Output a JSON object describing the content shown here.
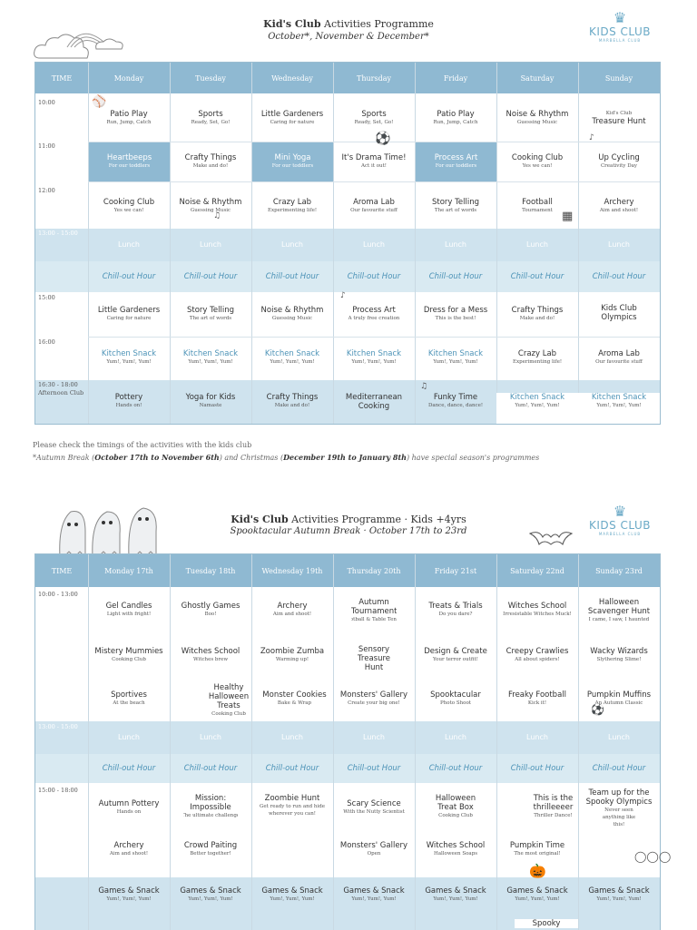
{
  "colors": {
    "accent": "#8fb9d2",
    "accent_text": "#4d93b7",
    "band": "#cfe3ee"
  },
  "logo": {
    "name": "KIDS CLUB",
    "sub": "MARBELLA CLUB"
  },
  "sheet1": {
    "title_bold": "Kid's Club",
    "title_rest": " Activities Programme",
    "subtitle": "October*, November & December*",
    "time_header": "TIME",
    "days": [
      "Monday",
      "Tuesday",
      "Wednesday",
      "Thursday",
      "Friday",
      "Saturday",
      "Sunday"
    ],
    "times": [
      "10:00",
      "11:00",
      "12:00",
      "13:00 - 15:00",
      "15:00",
      "16:00",
      "16:30 - 18:00",
      "Afternoon Club"
    ],
    "slot1": [
      {
        "t": "Patio Play",
        "s": "Run, Jump, Catch"
      },
      {
        "t": "Sports",
        "s": "Ready, Set, Go!"
      },
      {
        "t": "Little Gardeners",
        "s": "Caring for nature"
      },
      {
        "t": "Sports",
        "s": "Ready, Set, Go!"
      },
      {
        "t": "Patio Play",
        "s": "Run, Jump, Catch"
      },
      {
        "t": "Noise & Rhythm",
        "s": "Guessing Music"
      },
      {
        "t": "Treasure Hunt",
        "s": "Kid's Club"
      }
    ],
    "slot2": [
      {
        "t": "Heartbeeps",
        "s": "For our toddlers"
      },
      {
        "t": "Crafty Things",
        "s": "Make and do!"
      },
      {
        "t": "Mini Yoga",
        "s": "For our toddlers"
      },
      {
        "t": "It's Drama Time!",
        "s": "Act it out!"
      },
      {
        "t": "Process Art",
        "s": "For our toddlers"
      },
      {
        "t": "Cooking Club",
        "s": "Yes we can!"
      },
      {
        "t": "Up Cycling",
        "s": "Creativity Day"
      }
    ],
    "slot3": [
      {
        "t": "Cooking Club",
        "s": "Yes we can!"
      },
      {
        "t": "Noise & Rhythm",
        "s": "Guessing Music"
      },
      {
        "t": "Crazy Lab",
        "s": "Experimenting life!"
      },
      {
        "t": "Aroma Lab",
        "s": "Our favourite stuff"
      },
      {
        "t": "Story Telling",
        "s": "The art of words"
      },
      {
        "t": "Football",
        "s": "Tournament"
      },
      {
        "t": "Archery",
        "s": "Aim and shoot!"
      }
    ],
    "lunch": "Lunch",
    "chill": "Chill-out Hour",
    "slot4": [
      {
        "t": "Little Gardeners",
        "s": "Caring for nature"
      },
      {
        "t": "Story Telling",
        "s": "The art of words"
      },
      {
        "t": "Noise & Rhythm",
        "s": "Guessing Music"
      },
      {
        "t": "Process Art",
        "s": "A truly free creation"
      },
      {
        "t": "Dress for a Mess",
        "s": "This is the best!"
      },
      {
        "t": "Crafty Things",
        "s": "Make and do!"
      },
      {
        "t": "Kids Club Olympics",
        "s": ""
      }
    ],
    "slot5": [
      {
        "t": "Kitchen Snack",
        "s": "Yum!, Yum!, Yum!"
      },
      {
        "t": "Kitchen Snack",
        "s": "Yum!, Yum!, Yum!"
      },
      {
        "t": "Kitchen Snack",
        "s": "Yum!, Yum!, Yum!"
      },
      {
        "t": "Kitchen Snack",
        "s": "Yum!, Yum!, Yum!"
      },
      {
        "t": "Kitchen Snack",
        "s": "Yum!, Yum!, Yum!"
      },
      {
        "t": "Crazy Lab",
        "s": "Experimenting life!"
      },
      {
        "t": "Aroma Lab",
        "s": "Our favourite stuff"
      }
    ],
    "slot6": [
      {
        "t": "Pottery",
        "s": "Hands on!"
      },
      {
        "t": "Yoga for Kids",
        "s": "Namaste"
      },
      {
        "t": "Crafty Things",
        "s": "Make and do!"
      },
      {
        "t": "Mediterranean Cooking",
        "s": ""
      },
      {
        "t": "Funky Time",
        "s": "Dance, dance, dance!"
      },
      {
        "t": "Kitchen Snack",
        "s": "Yum!, Yum!, Yum!"
      },
      {
        "t": "Kitchen Snack",
        "s": "Yum!, Yum!, Yum!"
      }
    ]
  },
  "notes": {
    "line1": "Please check the timings of the activities with the kids club",
    "line2_a": "*Autumn Break (",
    "line2_b": "October 17th to November 6th",
    "line2_c": ") and Christmas (",
    "line2_d": "December 19th to January 8th",
    "line2_e": ") have special season's programmes"
  },
  "sheet2": {
    "title_bold": "Kid's Club",
    "title_rest": " Activities Programme · Kids +4yrs",
    "subtitle": "Spooktacular Autumn Break · October 17th to 23rd",
    "time_header": "TIME",
    "days": [
      "Monday 17th",
      "Tuesday 18th",
      "Wednesday 19th",
      "Thursday 20th",
      "Friday 21st",
      "Saturday 22nd",
      "Sunday 23rd"
    ],
    "times": [
      "10:00 - 13:00",
      "13:00 - 15:00",
      "15:00 - 18:00"
    ],
    "slot1": [
      {
        "t": "Gel Candles",
        "s": "Light with fright!"
      },
      {
        "t": "Ghostly Games",
        "s": "Boo!"
      },
      {
        "t": "Archery",
        "s": "Aim and shoot!"
      },
      {
        "t": "Autumn Tournament",
        "s": "Football & Table Tennis"
      },
      {
        "t": "Treats & Trials",
        "s": "Do you dare?"
      },
      {
        "t": "Witches School",
        "s": "Irresistable Witches Muck!"
      },
      {
        "t": "Halloween Scavenger Hunt",
        "s": "I came, I saw, I haunted"
      }
    ],
    "slot2": [
      {
        "t": "Mistery Mummies",
        "s": "Cooking Club"
      },
      {
        "t": "Witches School",
        "s": "Witches brew"
      },
      {
        "t": "Zoombie Zumba",
        "s": "Warming up!"
      },
      {
        "t": "Sensory Treasure Hunt",
        "s": ""
      },
      {
        "t": "Design & Create",
        "s": "Your terror outfit!"
      },
      {
        "t": "Creepy Crawlies",
        "s": "All about spiders!"
      },
      {
        "t": "Wacky Wizards",
        "s": "Slythering Slime!"
      }
    ],
    "slot3": [
      {
        "t": "Sportives",
        "s": "At the beach"
      },
      {
        "t": "Healthy Halloween Treats",
        "s": "Cooking Club"
      },
      {
        "t": "Monster Cookies",
        "s": "Bake & Wrap"
      },
      {
        "t": "Monsters' Gallery",
        "s": "Create your big one!"
      },
      {
        "t": "Spooktacular",
        "s": "Photo Shoot"
      },
      {
        "t": "Freaky Football",
        "s": "Kick it!"
      },
      {
        "t": "Pumpkin Muffins",
        "s": "An Autumn Classic"
      }
    ],
    "lunch": "Lunch",
    "chill": "Chill-out Hour",
    "slot4": [
      {
        "t": "Autumn Pottery",
        "s": "Hands on"
      },
      {
        "t": "Mission: Impossible",
        "s": "The ultimate challenge"
      },
      {
        "t": "Zoombie Hunt",
        "s": "Get ready to run and hide wherever you can!"
      },
      {
        "t": "Scary Science",
        "s": "With the Nutty Scientist"
      },
      {
        "t": "Halloween Treat Box",
        "s": "Cooking Club"
      },
      {
        "t": "This is the thrilleeeer",
        "s": "Thriller Dance!"
      },
      {
        "t": "Team up for the Spooky Olympics",
        "s": "Never seen anything like this!"
      }
    ],
    "slot5": [
      {
        "t": "Archery",
        "s": "Aim and shoot!"
      },
      {
        "t": "Crowd Paiting",
        "s": "Better together!"
      },
      {
        "t": "",
        "s": ""
      },
      {
        "t": "Monsters' Gallery",
        "s": "Open"
      },
      {
        "t": "Witches School",
        "s": "Halloween Soaps"
      },
      {
        "t": "Pumpkin Time",
        "s": "The most original!"
      },
      {
        "t": "",
        "s": ""
      }
    ],
    "slot6": [
      {
        "t": "Games & Snack",
        "s": "Yum!, Yum!, Yum!"
      },
      {
        "t": "Games & Snack",
        "s": "Yum!, Yum!, Yum!"
      },
      {
        "t": "Games & Snack",
        "s": "Yum!, Yum!, Yum!"
      },
      {
        "t": "Games & Snack",
        "s": "Yum!, Yum!, Yum!"
      },
      {
        "t": "Games & Snack",
        "s": "Yum!, Yum!, Yum!"
      },
      {
        "t": "Games & Snack",
        "s": "Yum!, Yum!, Yum!"
      },
      {
        "t": "Games & Snack",
        "s": "Yum!, Yum!, Yum!"
      }
    ],
    "footer_fragment": "Spooky"
  }
}
